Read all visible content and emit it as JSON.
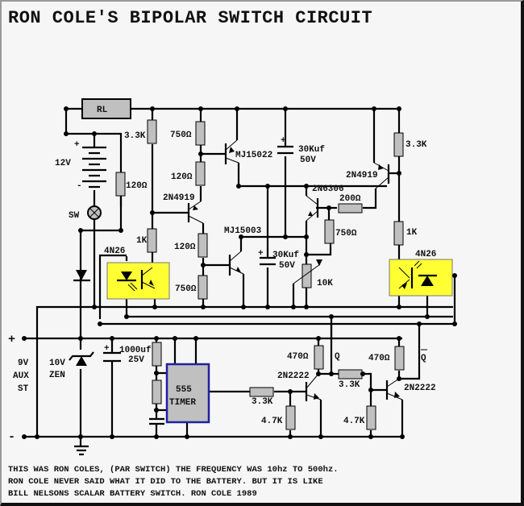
{
  "title": "RON COLE'S BIPOLAR SWITCH CIRCUIT",
  "components": {
    "relay": "RL",
    "battery": "12V",
    "battery_plus": "+",
    "battery_minus": "-",
    "switch": "SW",
    "r_3k3_left": "3.3K",
    "r_120_left": "120Ω",
    "r_750_top": "750Ω",
    "r_120_mid": "120Ω",
    "q_2n4919_left": "2N4919",
    "q_mj15022": "MJ15022",
    "cap_30k_top": "30Kuf",
    "cap_30k_top_v": "50V",
    "cap_plus": "+",
    "r_1k_left": "1K",
    "r_120_low": "120Ω",
    "q_mj15003": "MJ15003",
    "cap_30k_low": "30Kuf",
    "cap_30k_low_v": "50V",
    "q_2n6306": "2N6306",
    "r_200": "200Ω",
    "r_750_right": "750Ω",
    "pot_10k": "10K",
    "r_750_low": "750Ω",
    "opto_left": "4N26",
    "opto_right": "4N26",
    "q_2n4919_right": "2N4919",
    "r_3k3_right": "3.3K",
    "r_1k_right": "1K",
    "aux_plus": "+",
    "aux_minus": "-",
    "aux_label_1": "9V",
    "aux_label_2": "AUX",
    "aux_label_3": "ST",
    "zener_1": "10V",
    "zener_2": "ZEN",
    "cap_1000": "1000uf",
    "cap_1000_v": "25V",
    "timer_1": "555",
    "timer_2": "TIMER",
    "r_3k3_base1": "3.3K",
    "r_4k7_1": "4.7K",
    "r_470_1": "470Ω",
    "q_2n2222_1": "2N2222",
    "q_label": "Q",
    "r_3k3_base2": "3.3K",
    "r_4k7_2": "4.7K",
    "r_470_2": "470Ω",
    "qbar_label": "Q",
    "q_2n2222_2": "2N2222"
  },
  "notes": [
    "THIS WAS RON COLES, (PAR SWITCH) THE FREQUENCY WAS 10hz TO 500hz.",
    "RON COLE NEVER SAID WHAT IT DID TO THE BATTERY. BUT IT IS LIKE",
    "BILL NELSONS SCALAR BATTERY SWITCH. RON COLE 1989"
  ]
}
